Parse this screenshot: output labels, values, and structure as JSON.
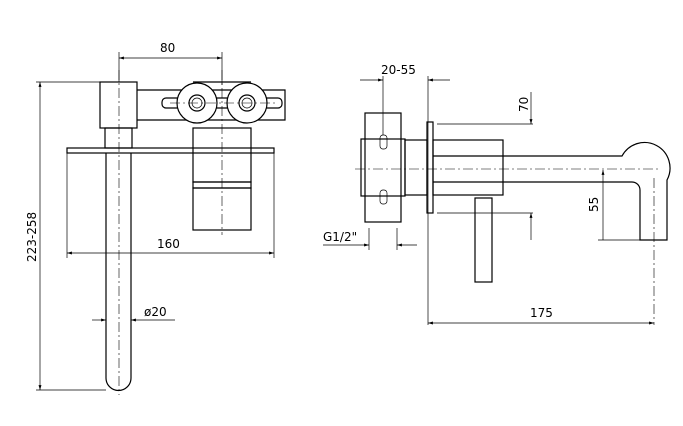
{
  "front_view": {
    "dim_top": "80",
    "dim_height": "223-258",
    "dim_plate_width": "160",
    "dim_spout_diameter": "ø20"
  },
  "side_view": {
    "dim_wall_depth": "20-55",
    "dim_plate_offset": "70",
    "dim_spout_height": "55",
    "dim_projection": "175",
    "dim_thread": "G1/2\""
  }
}
